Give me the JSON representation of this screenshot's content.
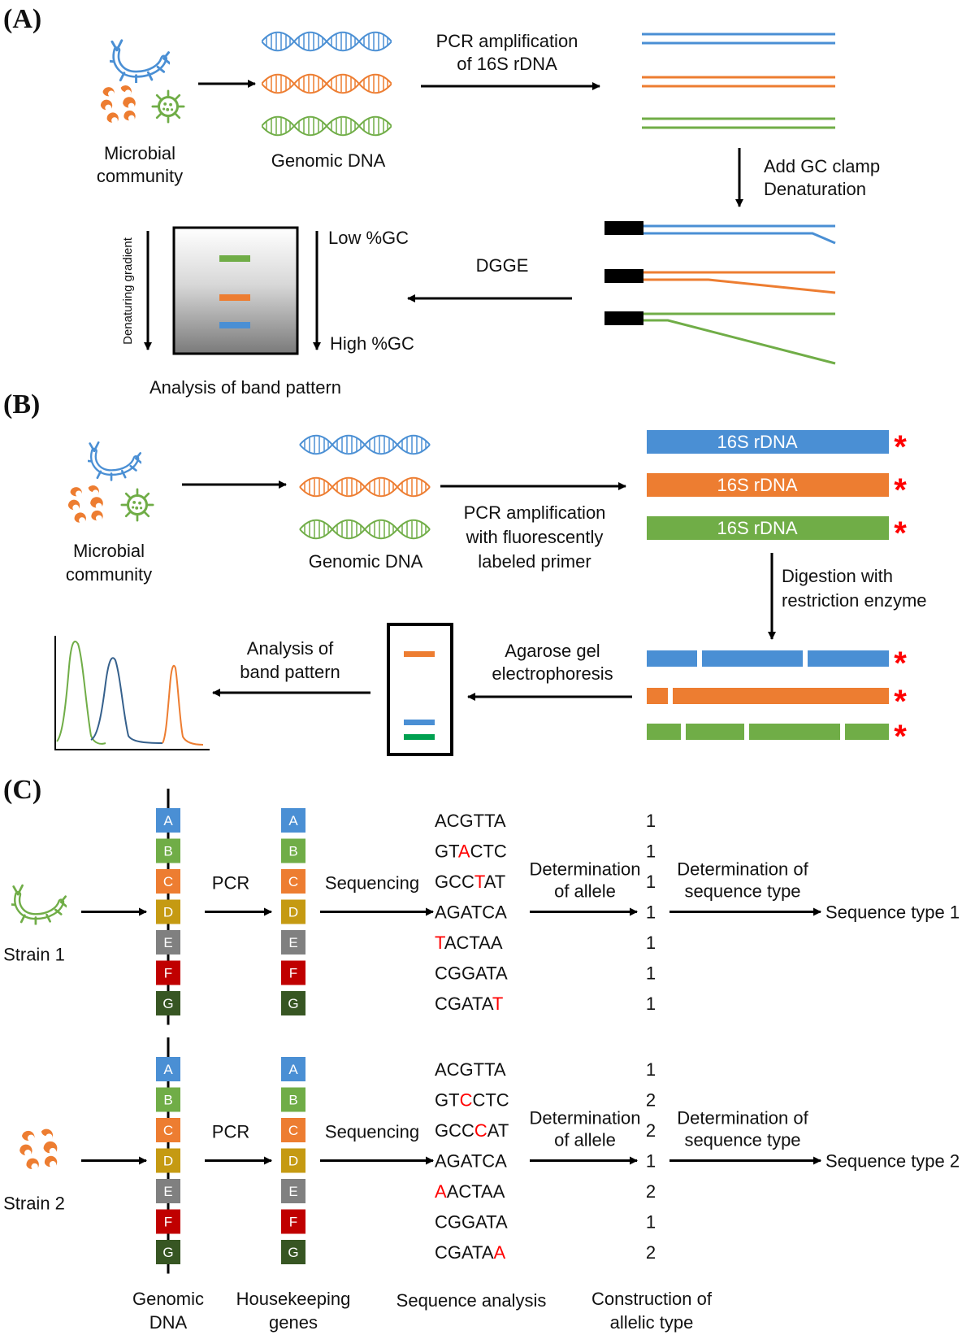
{
  "panels": {
    "A": {
      "label": "(A)",
      "community": [
        "Microbial",
        "community"
      ],
      "genomic_dna": "Genomic DNA",
      "pcr": [
        "PCR amplification",
        "of 16S rDNA"
      ],
      "gc_clamp": [
        "Add GC clamp",
        "Denaturation"
      ],
      "dgge": "DGGE",
      "gradient": "Denaturing gradient",
      "low_gc": "Low %GC",
      "high_gc": "High %GC",
      "analysis": "Analysis of band pattern"
    },
    "B": {
      "label": "(B)",
      "community": [
        "Microbial",
        "community"
      ],
      "genomic_dna": "Genomic DNA",
      "pcr": [
        "PCR amplification",
        "with fluorescently",
        "labeled primer"
      ],
      "rdna": [
        "16S rDNA",
        "16S rDNA",
        "16S rDNA"
      ],
      "asterisk": "*",
      "digestion": [
        "Digestion with",
        "restriction enzyme"
      ],
      "agarose": [
        "Agarose gel",
        "electrophoresis"
      ],
      "analysis": [
        "Analysis of",
        "band pattern"
      ]
    },
    "C": {
      "label": "(C)",
      "genes": [
        "A",
        "B",
        "C",
        "D",
        "E",
        "F",
        "G"
      ],
      "gene_colors": [
        "#4a8fd4",
        "#70ad47",
        "#ed7d31",
        "#c59a12",
        "#808080",
        "#c00000",
        "#375623"
      ],
      "pcr": "PCR",
      "sequencing": "Sequencing",
      "det_allele": [
        "Determination",
        "of allele"
      ],
      "det_st": [
        "Determination of",
        "sequence type"
      ],
      "strains": [
        {
          "name": "Strain 1",
          "sequences": [
            [
              {
                "t": "ACGTTA"
              }
            ],
            [
              {
                "t": "GT"
              },
              {
                "t": "A",
                "r": true
              },
              {
                "t": "CTC"
              }
            ],
            [
              {
                "t": "GCC"
              },
              {
                "t": "T",
                "r": true
              },
              {
                "t": "AT"
              }
            ],
            [
              {
                "t": "AGATCA"
              }
            ],
            [
              {
                "t": "T",
                "r": true
              },
              {
                "t": "ACTAA"
              }
            ],
            [
              {
                "t": "CGGATA"
              }
            ],
            [
              {
                "t": "CGATA"
              },
              {
                "t": "T",
                "r": true
              }
            ]
          ],
          "alleles": [
            "1",
            "1",
            "1",
            "1",
            "1",
            "1",
            "1"
          ],
          "sequence_type": "Sequence type 1"
        },
        {
          "name": "Strain 2",
          "sequences": [
            [
              {
                "t": "ACGTTA"
              }
            ],
            [
              {
                "t": "GT"
              },
              {
                "t": "C",
                "r": true
              },
              {
                "t": "CTC"
              }
            ],
            [
              {
                "t": "GCC"
              },
              {
                "t": "C",
                "r": true
              },
              {
                "t": "AT"
              }
            ],
            [
              {
                "t": "AGATCA"
              }
            ],
            [
              {
                "t": "A",
                "r": true
              },
              {
                "t": "ACTAA"
              }
            ],
            [
              {
                "t": "CGGATA"
              }
            ],
            [
              {
                "t": "CGATA"
              },
              {
                "t": "A",
                "r": true
              }
            ]
          ],
          "alleles": [
            "1",
            "2",
            "2",
            "1",
            "2",
            "1",
            "2"
          ],
          "sequence_type": "Sequence type 2"
        }
      ],
      "bottom_labels": [
        [
          "Genomic",
          "DNA"
        ],
        [
          "Housekeeping",
          "genes"
        ],
        [
          "Sequence analysis"
        ],
        [
          "Construction of",
          "allelic type"
        ]
      ]
    }
  },
  "colors": {
    "blue": "#4a8fd4",
    "orange": "#ed7d31",
    "green": "#70ad47",
    "red": "#ff0000",
    "line_green": "#00a050"
  }
}
